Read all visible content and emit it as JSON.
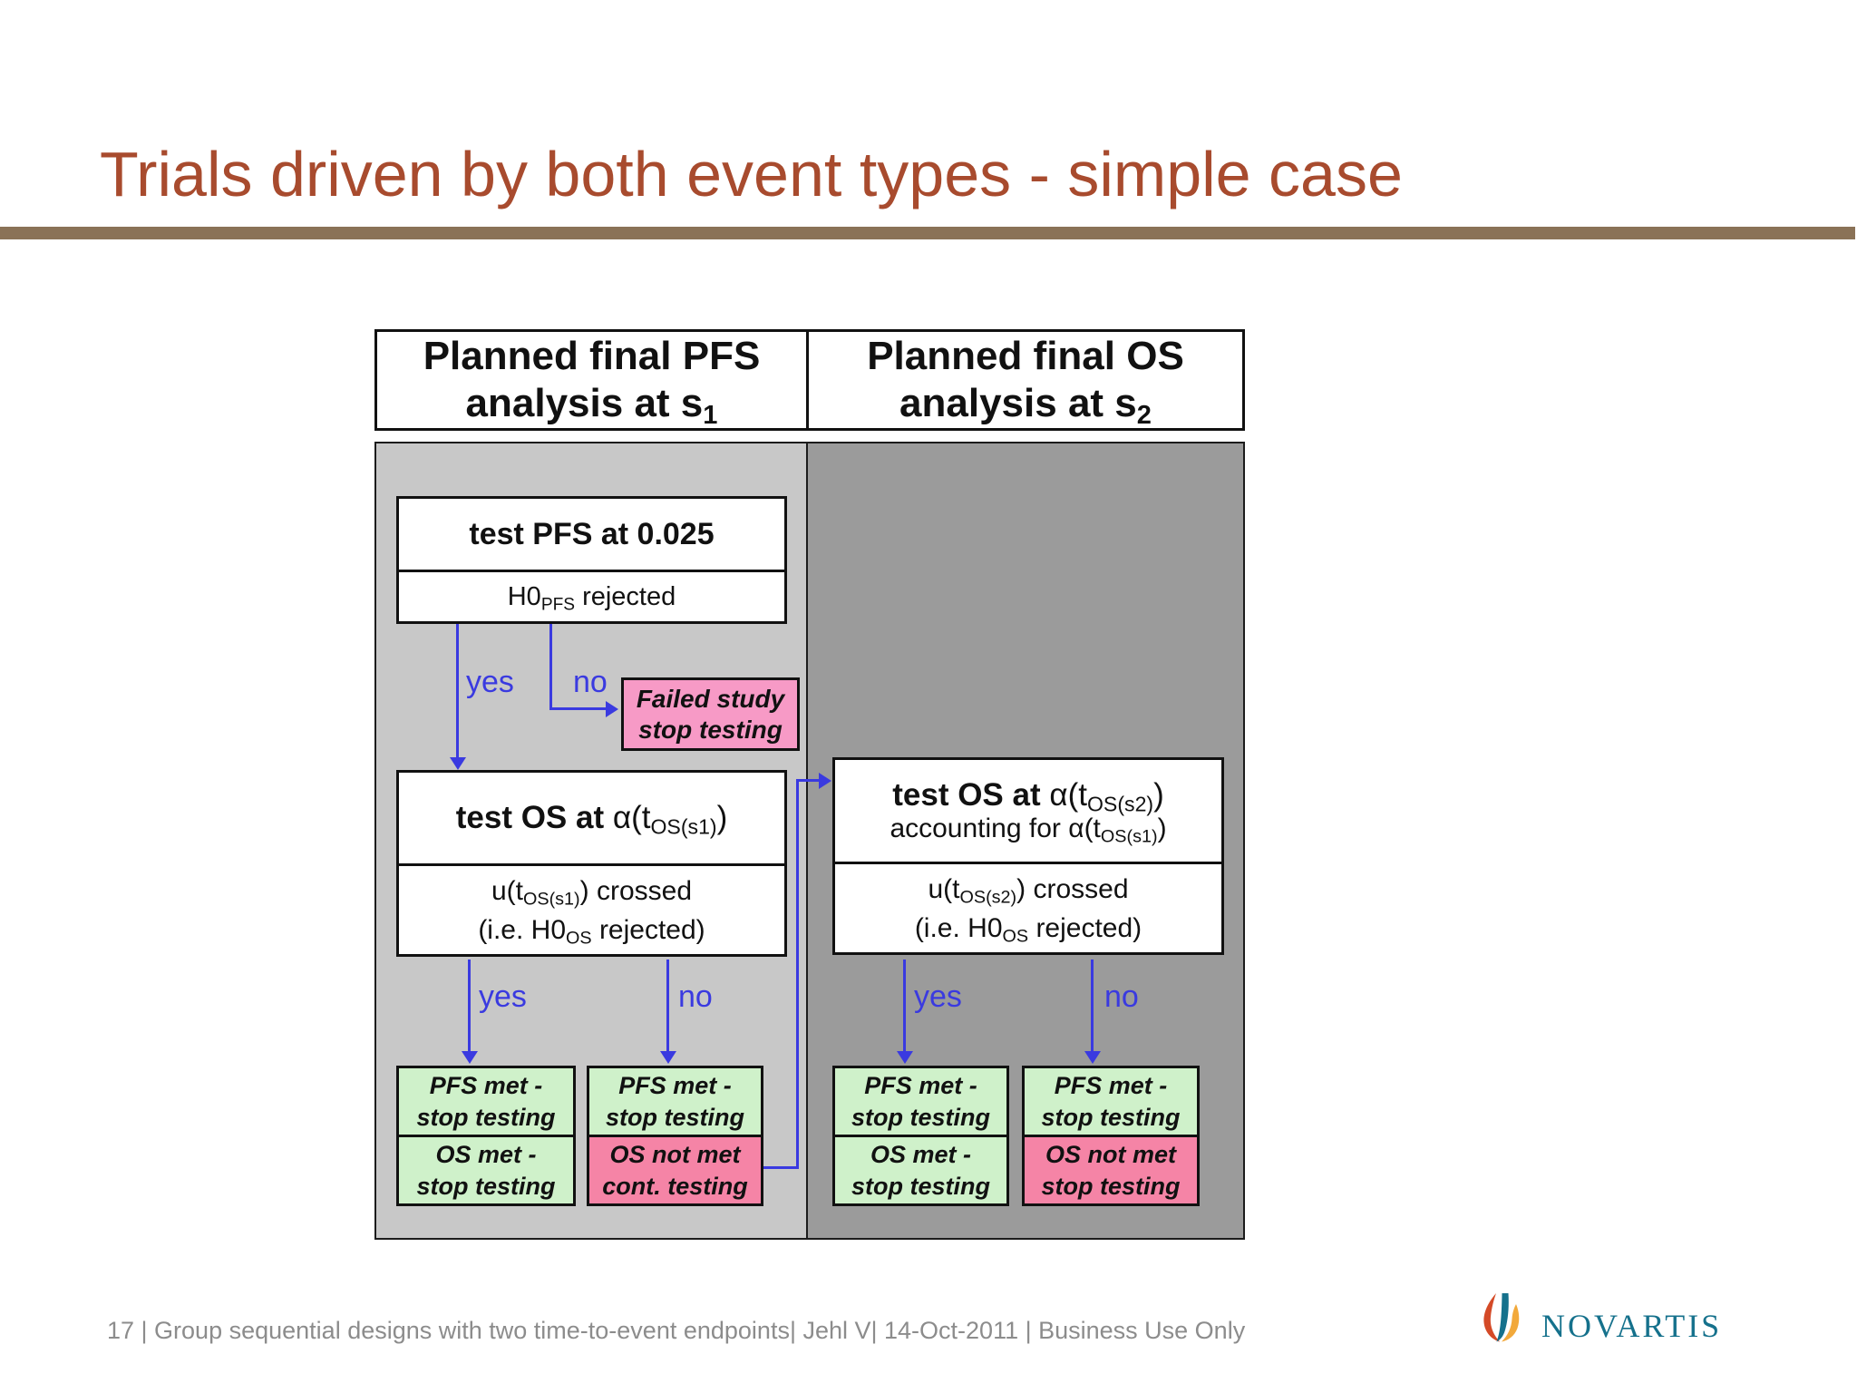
{
  "title": "Trials driven by both event types - simple case",
  "header": {
    "left": {
      "line1": "Planned final PFS",
      "line2": "analysis at s",
      "sub": "1"
    },
    "right": {
      "line1": "Planned final OS",
      "line2": "analysis at s",
      "sub": "2"
    }
  },
  "flow": {
    "test_pfs": {
      "title": "test PFS at 0.025",
      "cond_pre": "H0",
      "cond_sub": "PFS",
      "cond_post": " rejected"
    },
    "labels": {
      "yes": "yes",
      "no": "no"
    },
    "failed": {
      "line1": "Failed study",
      "line2": "stop testing"
    },
    "test_os_s1": {
      "bold": "test OS at ",
      "alpha_pre": "α(t",
      "alpha_sub": "OS(s1)",
      "alpha_post": ")"
    },
    "crossed_s1": {
      "u_pre": "u(t",
      "u_sub": "OS(s1)",
      "u_post": ") crossed",
      "ie_pre": "(i.e. H0",
      "ie_sub": "OS",
      "ie_post": " rejected)"
    },
    "test_os_s2": {
      "bold": "test OS at ",
      "alpha_pre": "α(t",
      "alpha_sub": "OS(s2)",
      "alpha_post": ")",
      "acct_pre": "accounting for α(t",
      "acct_sub": "OS(s1)",
      "acct_post": ")"
    },
    "crossed_s2": {
      "u_pre": "u(t",
      "u_sub": "OS(s2)",
      "u_post": ") crossed",
      "ie_pre": "(i.e. H0",
      "ie_sub": "OS",
      "ie_post": " rejected)"
    },
    "outcomes": {
      "pfs_met": {
        "line1": "PFS met -",
        "line2": "stop testing"
      },
      "os_met": {
        "line1": "OS met -",
        "line2": "stop testing"
      },
      "os_not_met_cont": {
        "line1": "OS not met",
        "line2": "cont. testing"
      },
      "os_not_met_stop": {
        "line1": "OS not met",
        "line2": "stop testing"
      }
    }
  },
  "footer": {
    "text": "17 | Group sequential designs with two time-to-event endpoints| Jehl V| 14-Oct-2011 | Business Use Only",
    "brand": "NOVARTIS"
  },
  "colors": {
    "title_red": "#A84B2E",
    "rule_brown": "#8A7257",
    "column_left_gray": "#C8C8C8",
    "column_right_gray": "#9B9B9B",
    "box_green": "#CFF1CA",
    "box_pink": "#F584A6",
    "failed_pink": "#F79AC6",
    "arrow_blue": "#3A3AE0",
    "novartis_teal": "#15718C",
    "flame_red": "#D44A27",
    "flame_yellow": "#F2A93B",
    "footer_gray": "#8C8C8C"
  }
}
